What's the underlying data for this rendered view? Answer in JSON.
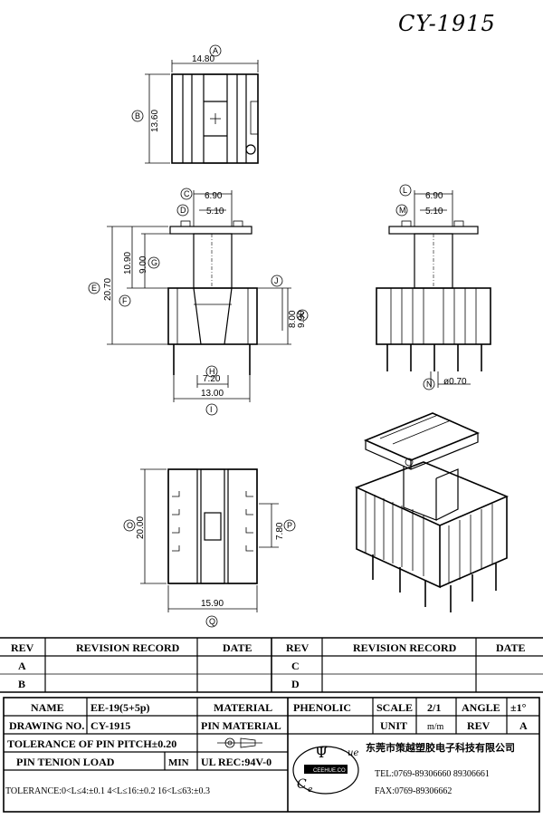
{
  "title": "CY-1915",
  "dimensions": {
    "a": "14.80",
    "b": "13.60",
    "c": "6.90",
    "d": "5.10",
    "e": "10.90",
    "f": "20.70",
    "g": "9.00",
    "h": "7.20",
    "i": "13.00",
    "j": "8.00",
    "k": "9.90",
    "l": "6.90",
    "m": "5.10",
    "n": "ø0.70",
    "o": "20.00",
    "p": "7.80",
    "q": "15.90"
  },
  "callouts": [
    "A",
    "B",
    "C",
    "D",
    "E",
    "F",
    "G",
    "H",
    "I",
    "J",
    "K",
    "L",
    "M",
    "N",
    "O",
    "P",
    "Q"
  ],
  "revision": {
    "rev_header": "REV",
    "record_header": "REVISION RECORD",
    "date_header": "DATE",
    "rows_left": [
      "A",
      "B"
    ],
    "rows_right": [
      "C",
      "D"
    ]
  },
  "spec": {
    "name_label": "NAME",
    "name_value": "EE-19(5+5p)",
    "material_label": "MATERIAL",
    "material_value": "PHENOLIC",
    "scale_label": "SCALE",
    "scale_value": "2/1",
    "angle_label": "ANGLE",
    "angle_value": "±1°",
    "drawing_label": "DRAWING NO.",
    "drawing_value": "CY-1915",
    "pin_material_label": "PIN MATERIAL",
    "unit_label": "UNIT",
    "unit_value": "m/m",
    "rev_label": "REV",
    "rev_value": "A",
    "tolerance_pitch": "TOLERANCE OF PIN PITCH±0.20",
    "pin_tension": "PIN TENION LOAD",
    "min_label": "MIN",
    "ul_rec": "UL REC:94V-0",
    "tolerance_line": "TOLERANCE:0<L≤4:±0.1  4<L≤16:±0.2  16<L≤63:±0.3",
    "company": "东莞市策越塑胶电子科技有限公司",
    "tel": "TEL:0769-89306660 89306661",
    "fax": "FAX:0769-89306662",
    "logo_letters_top": "ue",
    "logo_letters_bottom": "C",
    "logo_letters_e": "e",
    "logo_band": "CEEHUE.CO"
  }
}
